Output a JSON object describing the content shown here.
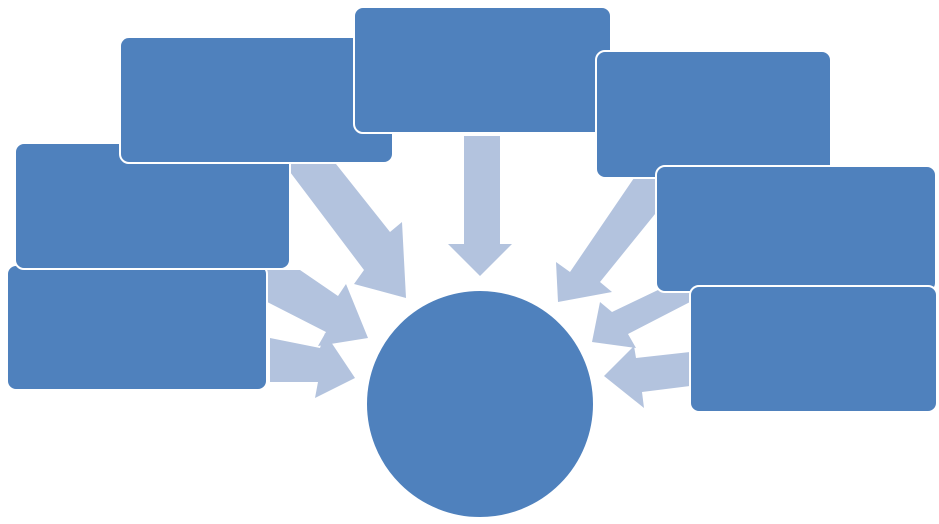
{
  "colors": {
    "box_fill": "#4f81bd",
    "box_stroke": "#ffffff",
    "arrow_fill": "#b3c3de",
    "background": "#ffffff"
  },
  "hub": {
    "label": ""
  },
  "boxes": [
    {
      "id": "left-lower",
      "label": ""
    },
    {
      "id": "left-middle",
      "label": ""
    },
    {
      "id": "left-upper",
      "label": ""
    },
    {
      "id": "top-center",
      "label": ""
    },
    {
      "id": "right-upper",
      "label": ""
    },
    {
      "id": "right-middle",
      "label": ""
    },
    {
      "id": "right-lower",
      "label": ""
    }
  ]
}
